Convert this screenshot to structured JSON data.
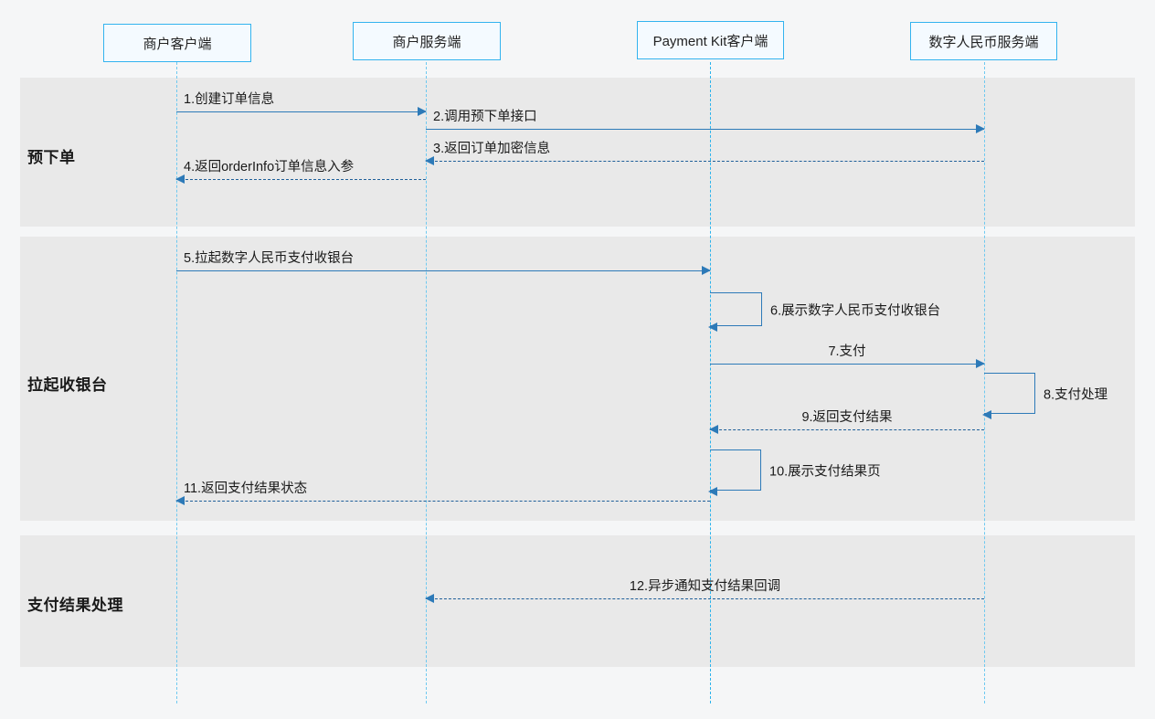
{
  "diagram": {
    "type": "sequence-diagram",
    "background_color": "#f5f6f7",
    "band_color": "#e9e9e9",
    "lifeline_color": "#6ec9f0",
    "arrow_color": "#2d7ab8",
    "actor_border_color": "#33b3ef",
    "actor_fill_color": "#f4faff"
  },
  "actors": [
    {
      "id": "merchant-client",
      "label": "商户客户端"
    },
    {
      "id": "merchant-server",
      "label": "商户服务端"
    },
    {
      "id": "payment-kit",
      "label": "Payment Kit客户端"
    },
    {
      "id": "ecny-server",
      "label": "数字人民币服务端"
    }
  ],
  "phases": [
    {
      "id": "pre-order",
      "label": "预下单"
    },
    {
      "id": "open-cashier",
      "label": "拉起收银台"
    },
    {
      "id": "result-handling",
      "label": "支付结果处理"
    }
  ],
  "messages": [
    {
      "num": "1",
      "label": "1.创建订单信息",
      "from": "merchant-client",
      "to": "merchant-server",
      "style": "solid",
      "kind": "call"
    },
    {
      "num": "2",
      "label": "2.调用预下单接口",
      "from": "merchant-server",
      "to": "ecny-server",
      "style": "solid",
      "kind": "call"
    },
    {
      "num": "3",
      "label": "3.返回订单加密信息",
      "from": "ecny-server",
      "to": "merchant-server",
      "style": "dashed",
      "kind": "return"
    },
    {
      "num": "4",
      "label": "4.返回orderInfo订单信息入参",
      "from": "merchant-server",
      "to": "merchant-client",
      "style": "dashed",
      "kind": "return"
    },
    {
      "num": "5",
      "label": "5.拉起数字人民币支付收银台",
      "from": "merchant-client",
      "to": "payment-kit",
      "style": "solid",
      "kind": "call"
    },
    {
      "num": "6",
      "label": "6.展示数字人民币支付收银台",
      "from": "payment-kit",
      "to": "payment-kit",
      "style": "solid",
      "kind": "self"
    },
    {
      "num": "7",
      "label": "7.支付",
      "from": "payment-kit",
      "to": "ecny-server",
      "style": "solid",
      "kind": "call"
    },
    {
      "num": "8",
      "label": "8.支付处理",
      "from": "ecny-server",
      "to": "ecny-server",
      "style": "solid",
      "kind": "self"
    },
    {
      "num": "9",
      "label": "9.返回支付结果",
      "from": "ecny-server",
      "to": "payment-kit",
      "style": "dashed",
      "kind": "return"
    },
    {
      "num": "10",
      "label": "10.展示支付结果页",
      "from": "payment-kit",
      "to": "payment-kit",
      "style": "solid",
      "kind": "self"
    },
    {
      "num": "11",
      "label": "11.返回支付结果状态",
      "from": "payment-kit",
      "to": "merchant-client",
      "style": "dashed",
      "kind": "return"
    },
    {
      "num": "12",
      "label": "12.异步通知支付结果回调",
      "from": "ecny-server",
      "to": "merchant-server",
      "style": "dashed",
      "kind": "return"
    }
  ]
}
